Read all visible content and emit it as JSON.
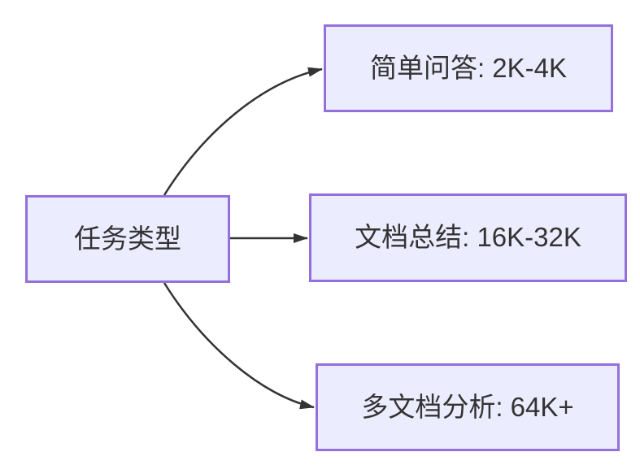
{
  "diagram": {
    "type": "flowchart-left-to-right",
    "root": {
      "id": "task-type",
      "label": "任务类型"
    },
    "branches": [
      {
        "id": "simple-qa",
        "label": "简单问答: 2K-4K"
      },
      {
        "id": "doc-summary",
        "label": "文档总结: 16K-32K"
      },
      {
        "id": "multi-doc",
        "label": "多文档分析: 64K+"
      }
    ],
    "edges": [
      {
        "from": "任务类型",
        "to": "简单问答: 2K-4K",
        "style": "curved-up,  arrowhead"
      },
      {
        "from": "任务类型",
        "to": "文档总结: 16K-32K",
        "style": "straight,   arrowhead"
      },
      {
        "from": "任务类型",
        "to": "多文档分析: 64K+",
        "style": "curved-down, arrowhead"
      }
    ],
    "colors": {
      "node_fill": "#ECECFF",
      "node_border": "#9370DB",
      "edge": "#333333",
      "text": "#333333"
    }
  }
}
